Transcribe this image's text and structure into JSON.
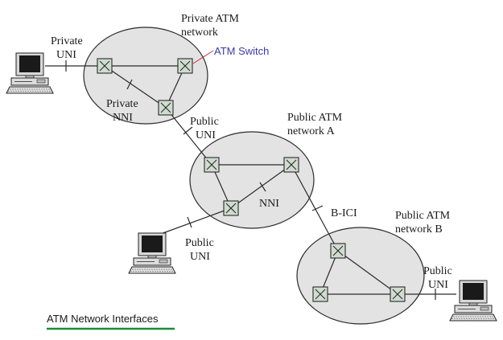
{
  "networks": {
    "private": {
      "label_line1": "Private ATM",
      "label_line2": "network"
    },
    "public_a": {
      "label_line1": "Public ATM",
      "label_line2": "network A"
    },
    "public_b": {
      "label_line1": "Public ATM",
      "label_line2": "network B"
    }
  },
  "annotations": {
    "atm_switch": "ATM Switch",
    "atm_switch_color": "#3a3aa8",
    "pointer_color": "#cc2a4a"
  },
  "interfaces": {
    "private_uni": {
      "line1": "Private",
      "line2": "UNI"
    },
    "private_nni": {
      "line1": "Private",
      "line2": "NNI"
    },
    "public_uni_top": {
      "line1": "Public",
      "line2": "UNI"
    },
    "nni": "NNI",
    "b_ici": "B-ICI",
    "public_uni_left": {
      "line1": "Public",
      "line2": "UNI"
    },
    "public_uni_right": {
      "line1": "Public",
      "line2": "UNI"
    }
  },
  "caption": {
    "text": "ATM Network Interfaces",
    "underline_color": "#1e8a3a"
  },
  "icons": [
    "computer-icon",
    "atm-switch-icon"
  ]
}
